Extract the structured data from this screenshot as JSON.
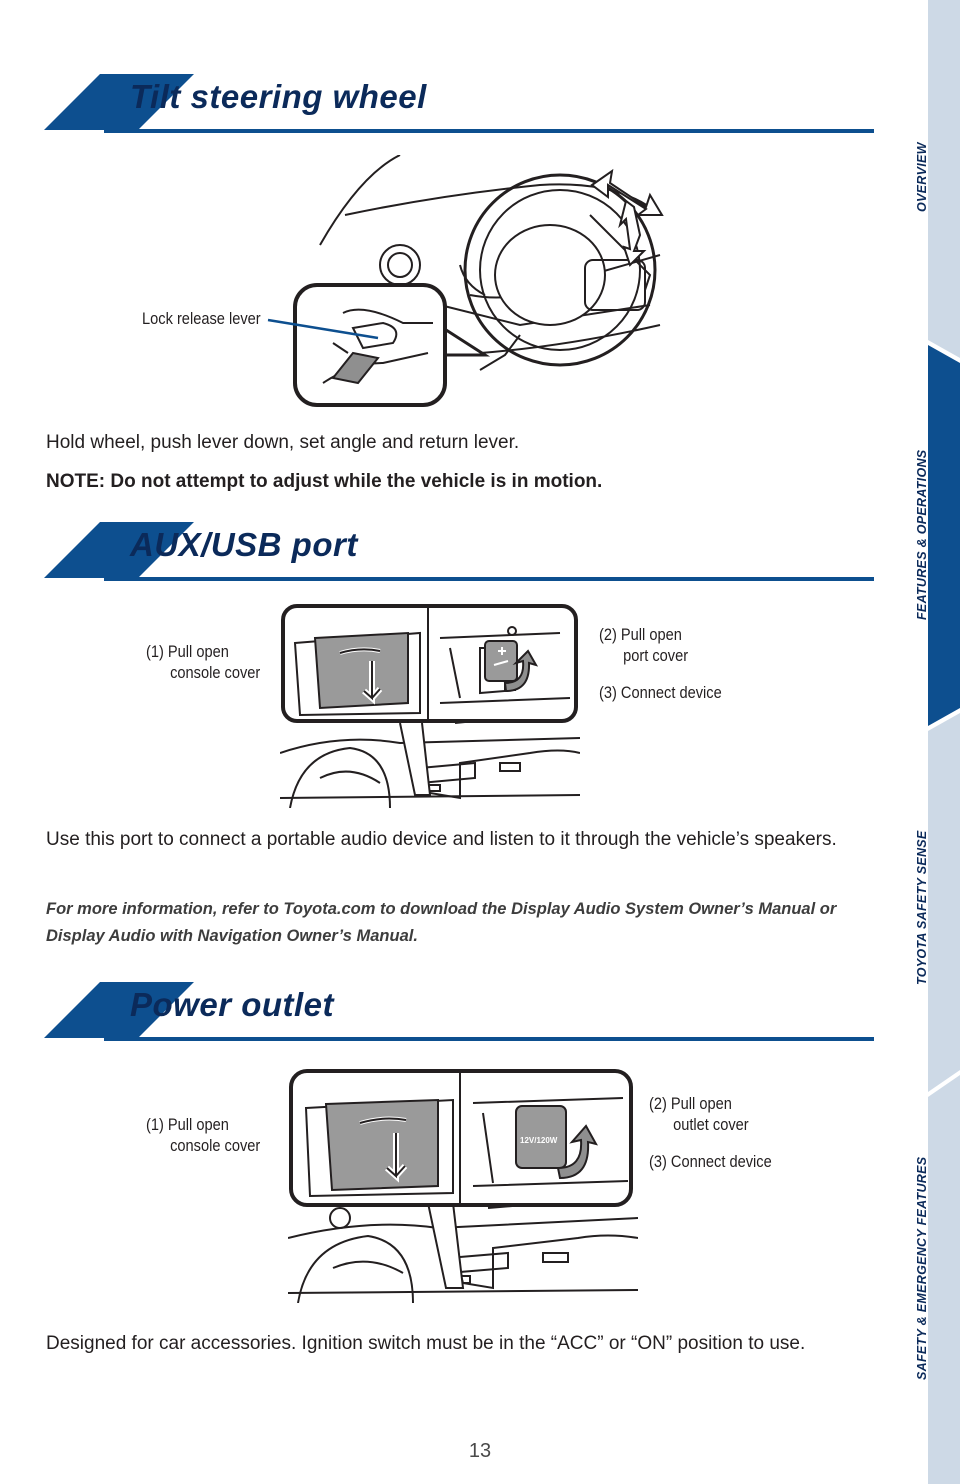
{
  "sections": {
    "tilt": {
      "title": "Tilt steering wheel",
      "callout": "Lock release lever",
      "body": "Hold wheel, push lever down, set angle and return lever.",
      "note": "NOTE: Do not attempt to adjust while the vehicle is in motion."
    },
    "aux": {
      "title": "AUX/USB port",
      "step1_line1": "(1) Pull open",
      "step1_line2": "console cover",
      "step2_line1": "(2) Pull open",
      "step2_line2": "port cover",
      "step3": "(3) Connect device",
      "body": "Use this port to connect a portable audio device and listen to it through the vehicle’s speakers.",
      "info": "For more information, refer to Toyota.com to download the Display Audio System Owner’s Manual or Display Audio with Navigation Owner’s Manual."
    },
    "power": {
      "title": "Power outlet",
      "step1_line1": "(1) Pull open",
      "step1_line2": "console cover",
      "step2_line1": "(2) Pull open",
      "step2_line2": "outlet cover",
      "step3": "(3) Connect device",
      "outlet_marking": "12V/120W",
      "body": "Designed for car accessories. Ignition switch must be in the “ACC” or “ON” position to use."
    }
  },
  "sidebar": {
    "tabs": [
      "OVERVIEW",
      "FEATURES & OPERATIONS",
      "TOYOTA SAFETY SENSE",
      "SAFETY & EMERGENCY FEATURES"
    ],
    "active_tab": "FEATURES & OPERATIONS"
  },
  "page_number": "13",
  "colors": {
    "brand_blue": "#0d4f8f",
    "title_text": "#0b2a5a",
    "sidebar_light": "#cdd9e6",
    "sidebar_active": "#0d4f8f"
  }
}
